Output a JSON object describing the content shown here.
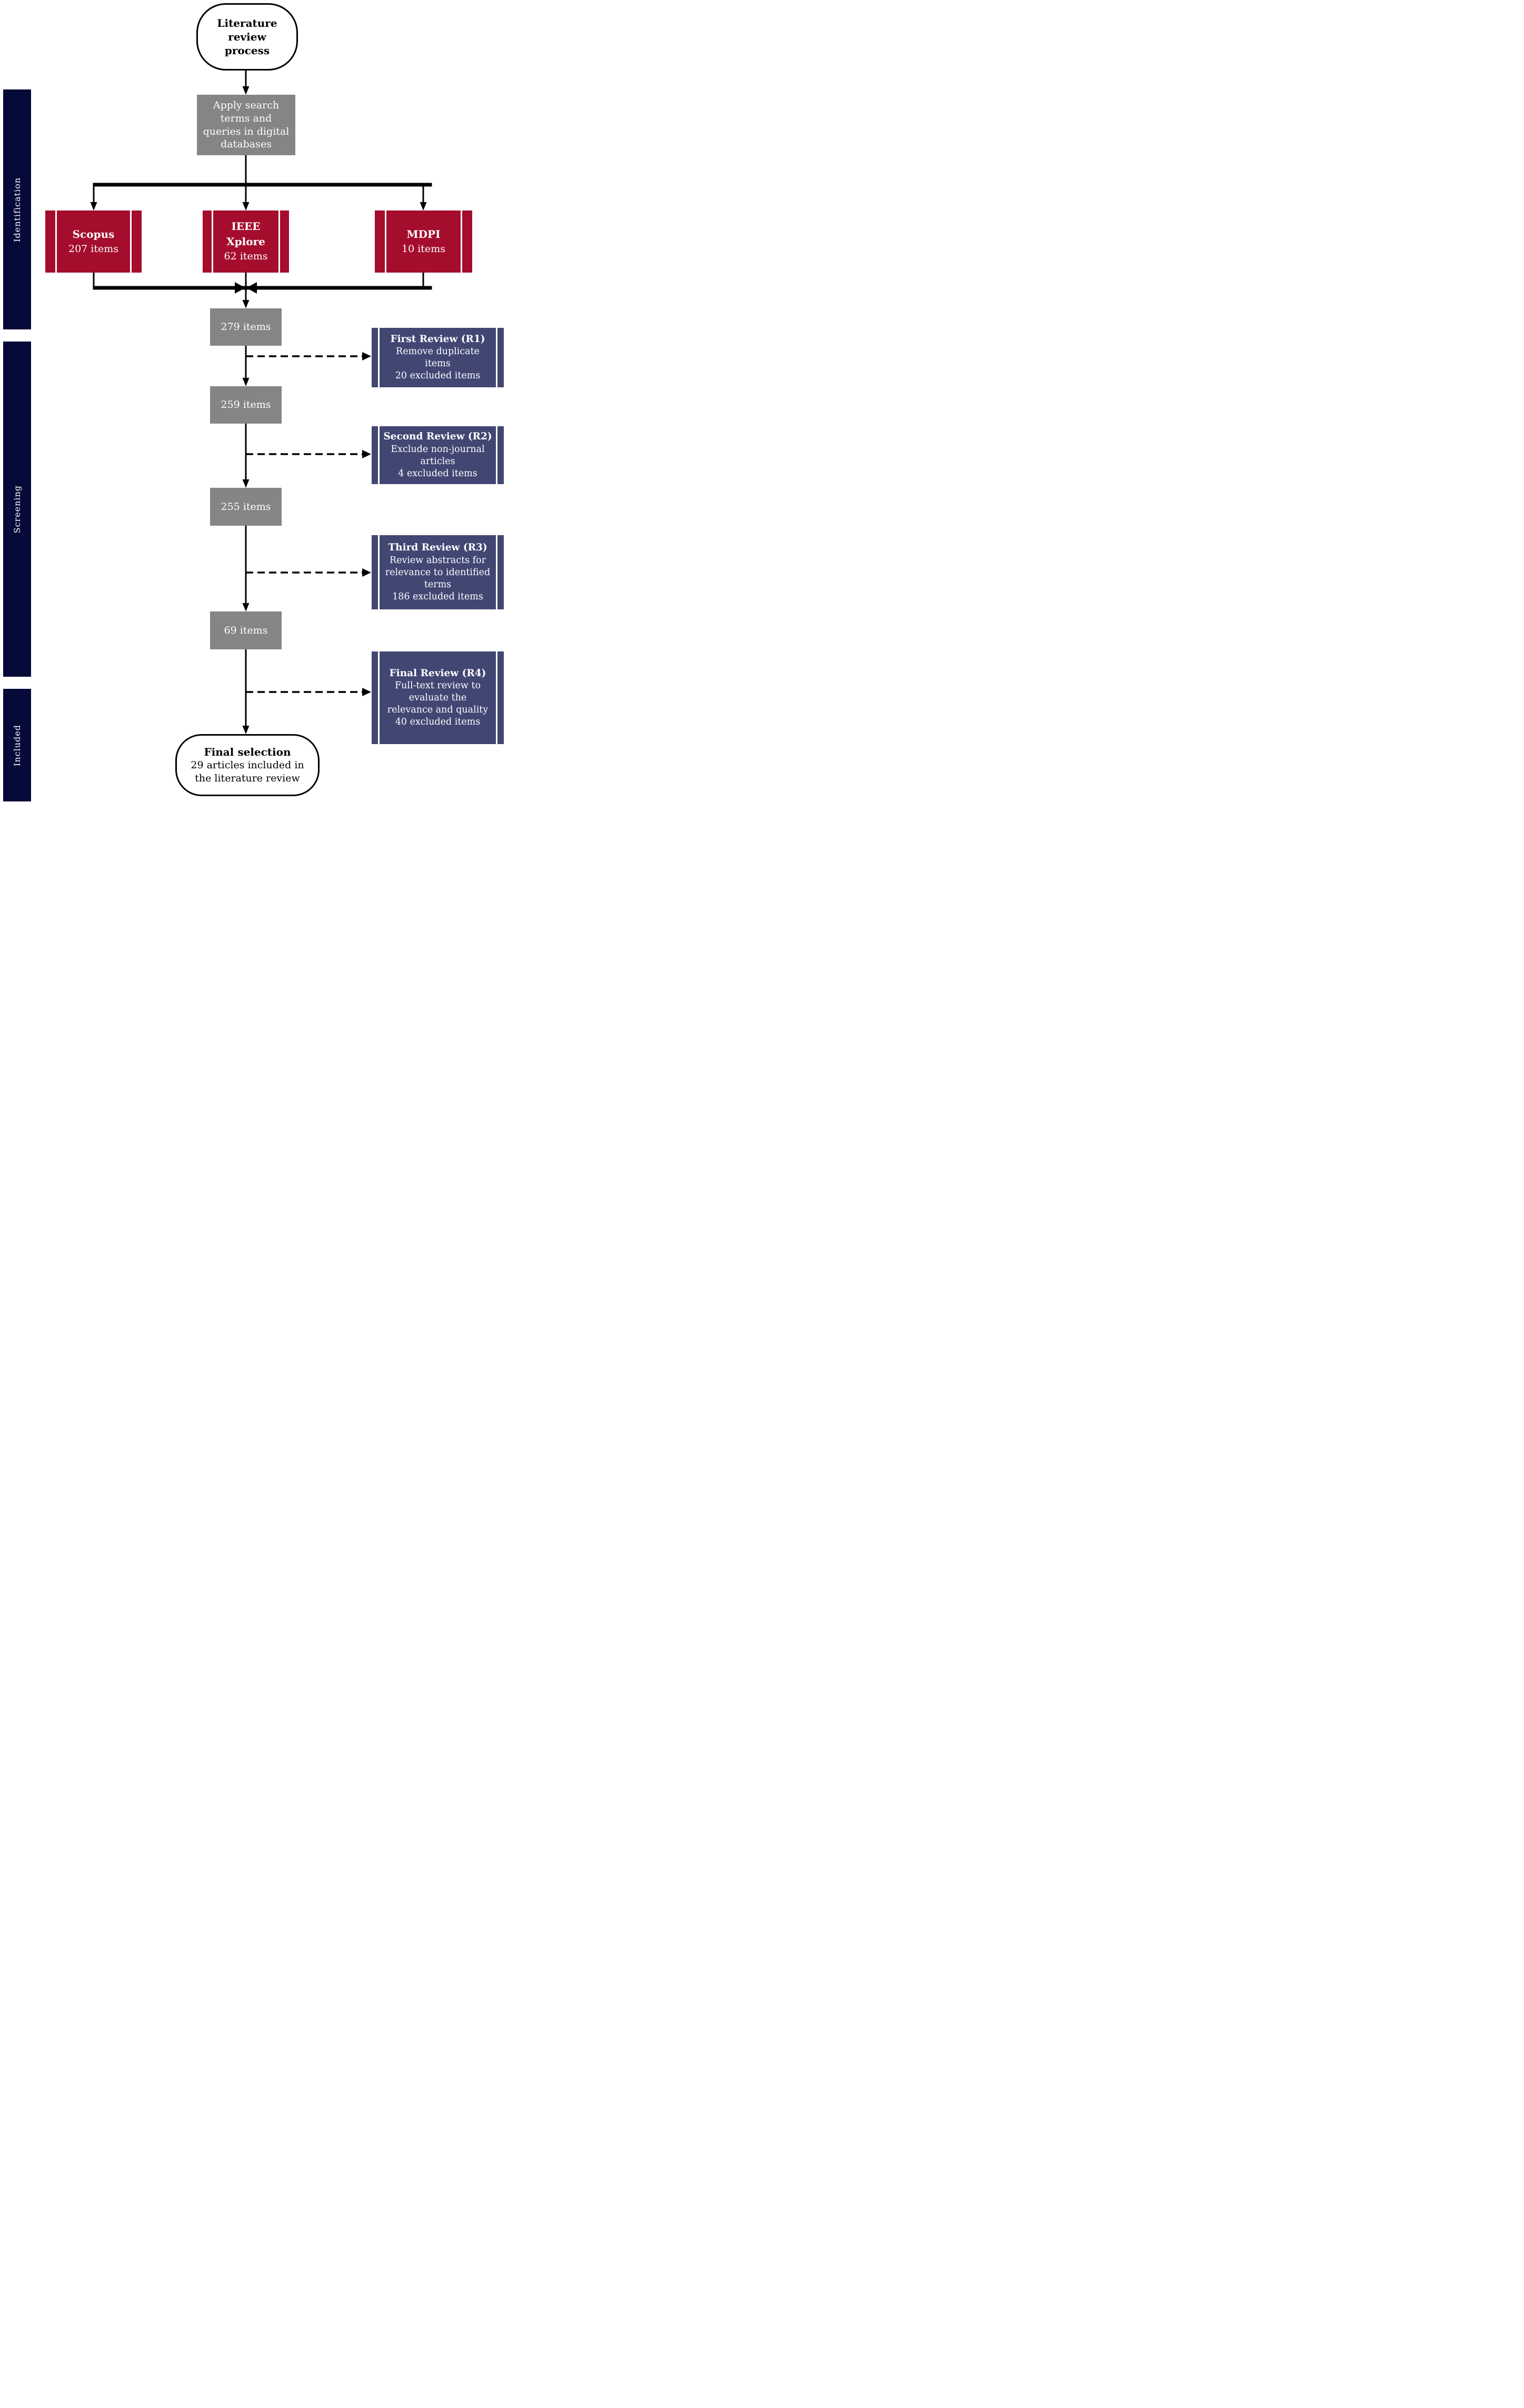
{
  "figure": {
    "type": "flowchart",
    "description": "Literature review selection process flow diagram"
  },
  "sidebar": {
    "stages": [
      {
        "label": "Identification"
      },
      {
        "label": "Screening"
      },
      {
        "label": "Included"
      }
    ]
  },
  "flow": {
    "start": {
      "label": "Literature review process"
    },
    "apply": {
      "label": "Apply search terms and queries in digital databases"
    },
    "sources": [
      {
        "name": "Scopus",
        "count": "207 items"
      },
      {
        "name": "IEEE Xplore",
        "count": "62 items"
      },
      {
        "name": "MDPI",
        "count": "10 items"
      }
    ],
    "counts": [
      {
        "label": "279 items"
      },
      {
        "label": "259 items"
      },
      {
        "label": "255 items"
      },
      {
        "label": "69 items"
      }
    ],
    "reviews": [
      {
        "title": "First Review (R1)",
        "description": "Remove duplicate items",
        "excluded": "20 excluded items"
      },
      {
        "title": "Second Review (R2)",
        "description": "Exclude non-journal articles",
        "excluded": "4 excluded items"
      },
      {
        "title": "Third Review (R3)",
        "description": "Review abstracts for relevance to identified terms",
        "excluded": "186 excluded items"
      },
      {
        "title": "Final Review (R4)",
        "description": "Full-text review to evaluate the relevance and quality",
        "excluded": "40 excluded items"
      }
    ],
    "end": {
      "title": "Final selection",
      "description": "29 articles included in the literature review"
    }
  },
  "colors": {
    "source_red": "#A50D2D",
    "count_gray": "#858585",
    "review_slate": "#414673",
    "stage_navy": "#050A38",
    "connector_black": "#000000",
    "text_white": "#FFFFFF"
  }
}
